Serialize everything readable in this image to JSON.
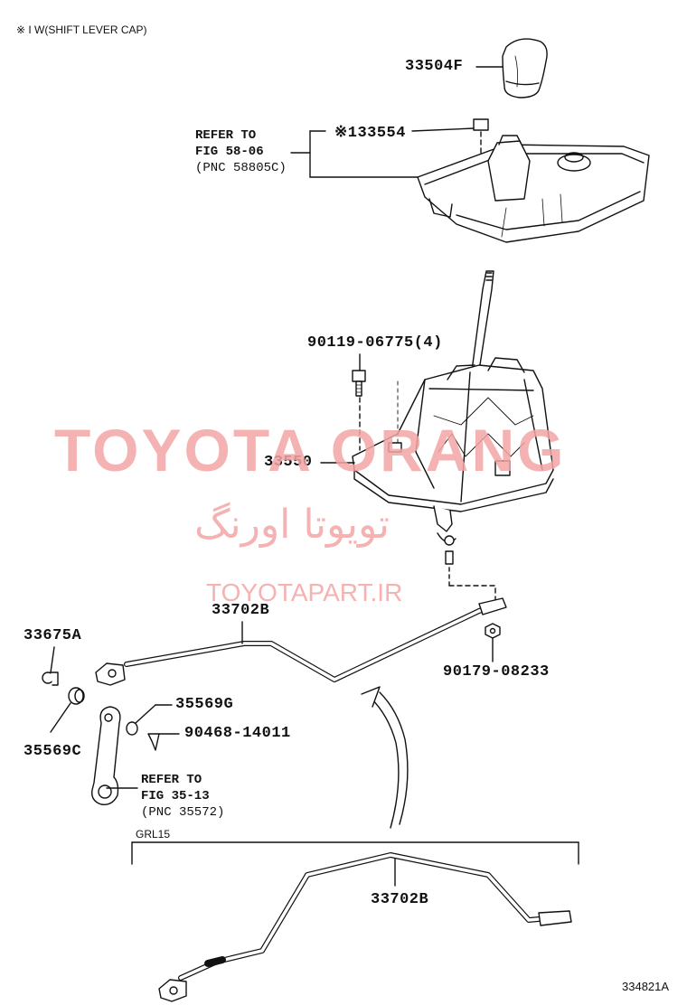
{
  "header_note": "※ I W(SHIFT LEVER CAP)",
  "footer_code": "334821A",
  "variant_label": "GRL15",
  "parts": {
    "knob": "33504F",
    "cap": "※133554",
    "lever_assy": "33550",
    "bolt": "90119-06775(4)",
    "cable_upper": "33702B",
    "cable_lower": "33702B",
    "nut": "90179-08233",
    "pin": "33675A",
    "bushing_c": "35569C",
    "bushing_g": "35569G",
    "clip": "90468-14011"
  },
  "refs": {
    "console": {
      "line1": "REFER TO",
      "line2": "FIG 58-06",
      "line3": "(PNC 58805C)"
    },
    "lever": {
      "line1": "REFER TO",
      "line2": "FIG 35-13",
      "line3": "(PNC 35572)"
    }
  },
  "watermark": {
    "latin": "TOYOTA ORANG",
    "persian": "تویوتا اورنگ",
    "url": "TOYOTAPART.IR",
    "color": "#f4a5a5"
  }
}
